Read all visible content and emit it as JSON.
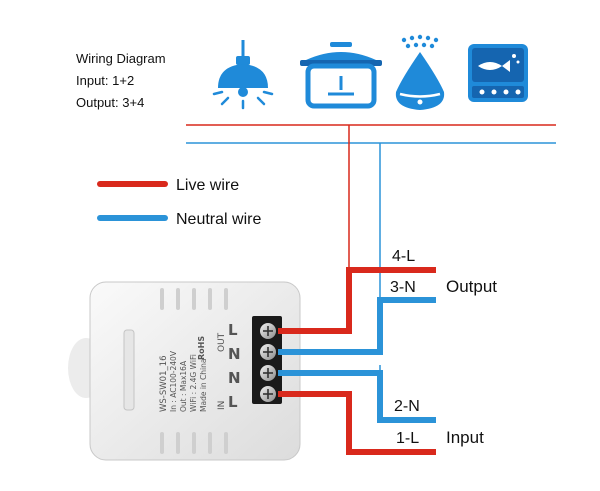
{
  "info": {
    "title": "Wiring Diagram",
    "input": "Input: 1+2",
    "output": "Output: 3+4"
  },
  "legend": {
    "live": "Live wire",
    "neutral": "Neutral wire"
  },
  "terminals": {
    "t4": "4-L",
    "t3": "3-N",
    "t2": "2-N",
    "t1": "1-L",
    "output": "Output",
    "input": "Input"
  },
  "device": {
    "model": "WS-SW01_16",
    "line_in": "In : AC100-240V",
    "line_out": "Out : Max16A",
    "line_wifi": "WiFi : 2.4G WiFi",
    "line_made": "Made in China",
    "marks": "RoHS",
    "out_label": "OUT",
    "in_label": "IN",
    "term_letters": [
      "L",
      "N",
      "N",
      "L"
    ]
  },
  "colors": {
    "live": "#d9291c",
    "neutral": "#2b93d8",
    "icon_blue": "#1f8ad9",
    "icon_dark": "#1565b0",
    "body": "#f2f2f2",
    "terminal": "#1a1a1a"
  },
  "icons": [
    "pendant-lamp-icon",
    "rice-cooker-icon",
    "humidifier-icon",
    "aquarium-icon"
  ]
}
